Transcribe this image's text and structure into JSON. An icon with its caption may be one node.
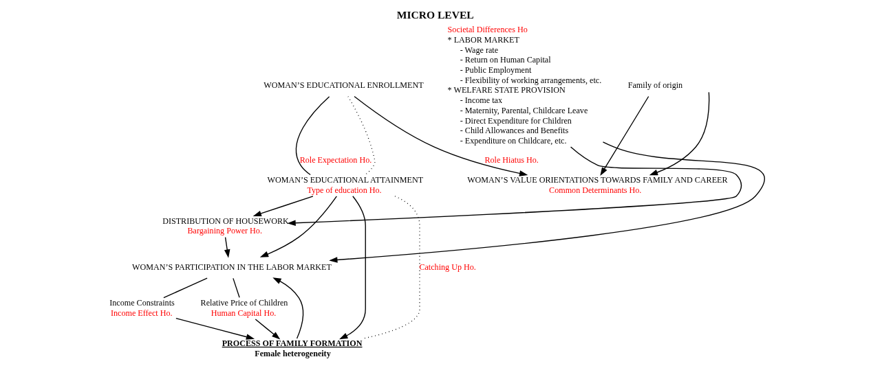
{
  "diagram": {
    "title": "MICRO LEVEL",
    "nodes": [
      {
        "text": [
          "WOMAN’S EDUCATIONAL ENROLLMENT"
        ]
      },
      {
        "text": [
          "WOMAN’S EDUCATIONAL ATTAINMENT",
          "Type of education Ho."
        ]
      },
      {
        "text": [
          "DISTRIBUTION OF HOUSEWORK",
          "Bargaining Power Ho."
        ]
      },
      {
        "text": [
          "WOMAN’S PARTICIPATION IN THE LABOR MARKET"
        ]
      },
      {
        "text": [
          "Income Constraints",
          "Income Effect Ho."
        ]
      },
      {
        "text": [
          "Relative Price of Children",
          "Human Capital Ho."
        ]
      },
      {
        "text": [
          "PROCESS OF FAMILY FORMATION",
          "Female heterogeneity"
        ]
      },
      {
        "text": [
          "WOMAN’S VALUE ORIENTATIONS TOWARDS FAMILY AND CAREER",
          "Common Determinants Ho."
        ]
      },
      {
        "text": [
          "Family of origin"
        ]
      },
      {
        "text": [
          "Societal Differences Ho",
          "* LABOR MARKET",
          "- Wage rate",
          "- Return on Human Capital",
          "- Public Employment",
          "- Flexibility of working arrangements, etc.",
          "* WELFARE STATE PROVISION",
          "- Income tax",
          "- Maternity, Parental, Childcare Leave",
          "- Direct Expenditure for Children",
          "- Child Allowances and Benefits",
          "- Expenditure on Childcare, etc."
        ]
      }
    ],
    "edges": [
      {
        "from": 0,
        "to": 1,
        "arrow": "none",
        "label": "Role Expectation Ho."
      },
      {
        "from": 0,
        "to": 1,
        "arrow": "none",
        "style": "dashed"
      },
      {
        "from": 1,
        "to": 2,
        "arrow": "to"
      },
      {
        "from": 1,
        "to": 3,
        "arrow": "to"
      },
      {
        "from": 2,
        "to": 3,
        "arrow": "to"
      },
      {
        "from": 9,
        "to": 2,
        "arrow": "to"
      },
      {
        "from": 9,
        "to": 3,
        "arrow": "to"
      },
      {
        "from": 3,
        "to": 4,
        "arrow": "none"
      },
      {
        "from": 3,
        "to": 5,
        "arrow": "none"
      },
      {
        "from": 4,
        "to": 6,
        "arrow": "to"
      },
      {
        "from": 5,
        "to": 6,
        "arrow": "to"
      },
      {
        "from": 6,
        "to": 3,
        "arrow": "to"
      },
      {
        "from": 1,
        "to": 6,
        "arrow": "to"
      },
      {
        "from": 1,
        "to": 6,
        "arrow": "none",
        "style": "dashed",
        "label": "Catching Up Ho."
      },
      {
        "from": 0,
        "to": 7,
        "arrow": "to",
        "label": "Role Hiatus Ho."
      },
      {
        "from": null,
        "to": 7,
        "arrow": "to"
      },
      {
        "from": 8,
        "to": 7,
        "arrow": "to"
      }
    ]
  }
}
